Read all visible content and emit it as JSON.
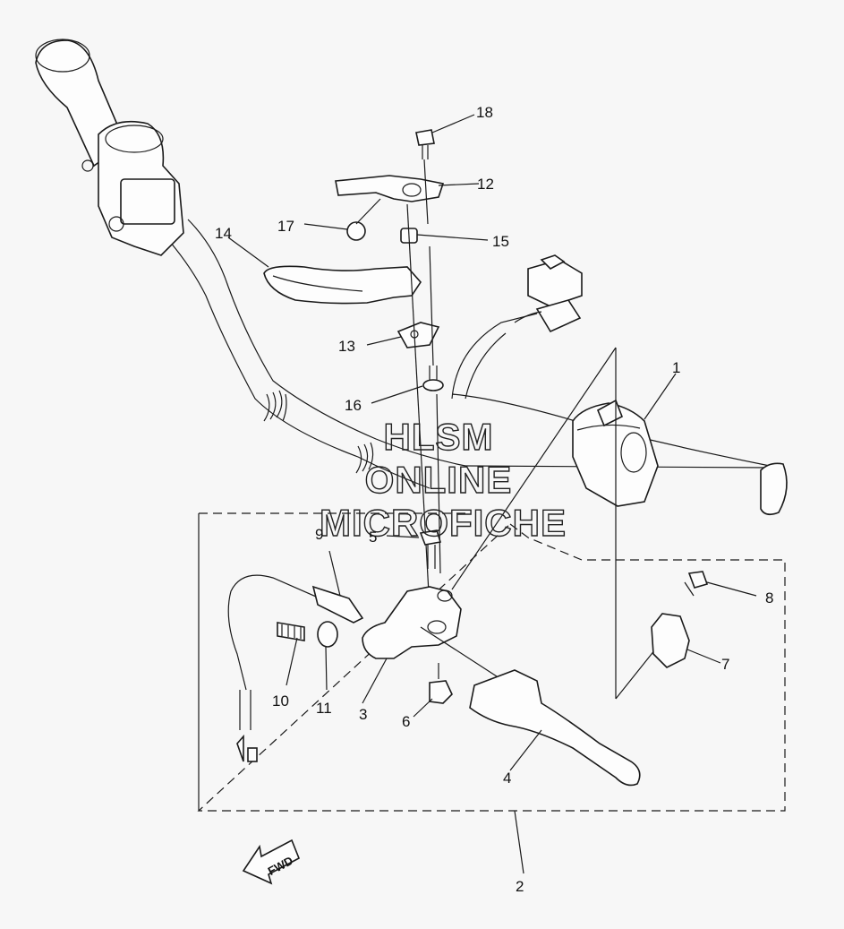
{
  "callouts": [
    "1",
    "2",
    "3",
    "4",
    "5",
    "6",
    "7",
    "8",
    "9",
    "10",
    "11",
    "12",
    "13",
    "14",
    "15",
    "16",
    "17",
    "18"
  ],
  "watermark": [
    "HLSM",
    "ONLINE",
    "MICROFICHE"
  ],
  "fwd_label": "FWD"
}
